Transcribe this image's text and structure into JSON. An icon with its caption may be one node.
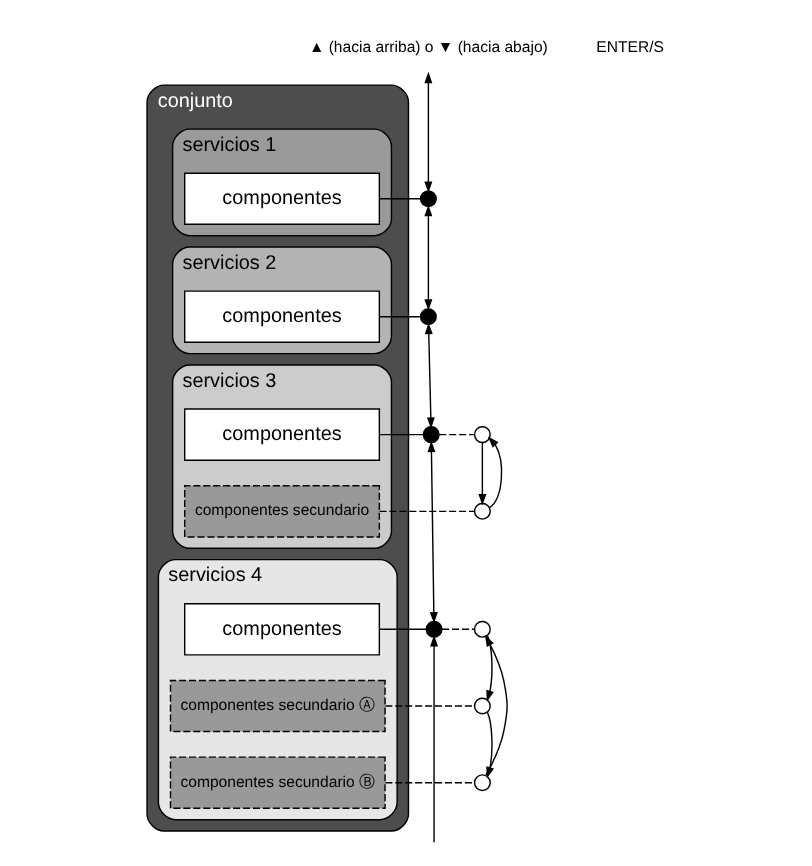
{
  "diagram": {
    "nodes": [
      {
        "text": [
          "conjunto"
        ]
      },
      {
        "text": [
          "servicios 1"
        ],
        "in": 0
      },
      {
        "text": [
          "componentes"
        ],
        "in": 1
      },
      {
        "text": [
          "servicios 2"
        ],
        "in": 0
      },
      {
        "text": [
          "componentes"
        ],
        "in": 3
      },
      {
        "text": [
          "servicios 3"
        ],
        "in": 0
      },
      {
        "text": [
          "componentes"
        ],
        "in": 5
      },
      {
        "text": [
          "componentes secundario"
        ],
        "in": 5
      },
      {
        "text": [
          "servicios 4"
        ],
        "in": 0
      },
      {
        "text": [
          "componentes"
        ],
        "in": 8
      },
      {
        "text": [
          "componentes secundario Ⓐ"
        ],
        "in": 8
      },
      {
        "text": [
          "componentes secundario Ⓑ"
        ],
        "in": 8
      },
      {
        "text": [
          "▲ (hacia arriba) o ▼ (hacia abajo)"
        ]
      },
      {
        "text": [],
        "shape": "circle"
      },
      {
        "text": [],
        "shape": "circle"
      },
      {
        "text": [],
        "shape": "circle"
      },
      {
        "text": [],
        "shape": "circle"
      },
      {
        "text": [],
        "shape": "circle"
      },
      {
        "text": [],
        "shape": "circle"
      },
      {
        "text": [],
        "shape": "circle"
      },
      {
        "text": [],
        "shape": "circle"
      },
      {
        "text": [],
        "shape": "circle"
      }
    ],
    "edges": [
      {
        "from": 12,
        "to": 13,
        "arrow": "both"
      },
      {
        "from": 13,
        "to": 14,
        "arrow": "both"
      },
      {
        "from": 14,
        "to": 15,
        "arrow": "both"
      },
      {
        "from": 15,
        "to": 16,
        "arrow": "both"
      },
      {
        "from": null,
        "to": 16,
        "arrow": "to"
      },
      {
        "from": 2,
        "to": 13,
        "arrow": "none"
      },
      {
        "from": 4,
        "to": 14,
        "arrow": "none"
      },
      {
        "from": 6,
        "to": 15,
        "arrow": "none"
      },
      {
        "from": 9,
        "to": 16,
        "arrow": "none"
      },
      {
        "from": 15,
        "to": 17,
        "arrow": "none",
        "style": "dashed"
      },
      {
        "from": 7,
        "to": 18,
        "arrow": "none",
        "style": "dashed"
      },
      {
        "from": 17,
        "to": 18,
        "arrow": "to"
      },
      {
        "from": 18,
        "to": 17,
        "arrow": "to"
      },
      {
        "from": 16,
        "to": 19,
        "arrow": "none",
        "style": "dashed"
      },
      {
        "from": 10,
        "to": 20,
        "arrow": "none",
        "style": "dashed"
      },
      {
        "from": 11,
        "to": 21,
        "arrow": "none",
        "style": "dashed"
      },
      {
        "from": 19,
        "to": 20,
        "arrow": "to"
      },
      {
        "from": 20,
        "to": 21,
        "arrow": "to"
      },
      {
        "from": 21,
        "to": 19,
        "arrow": "to"
      }
    ],
    "labels": [
      "ENTER/S"
    ]
  }
}
